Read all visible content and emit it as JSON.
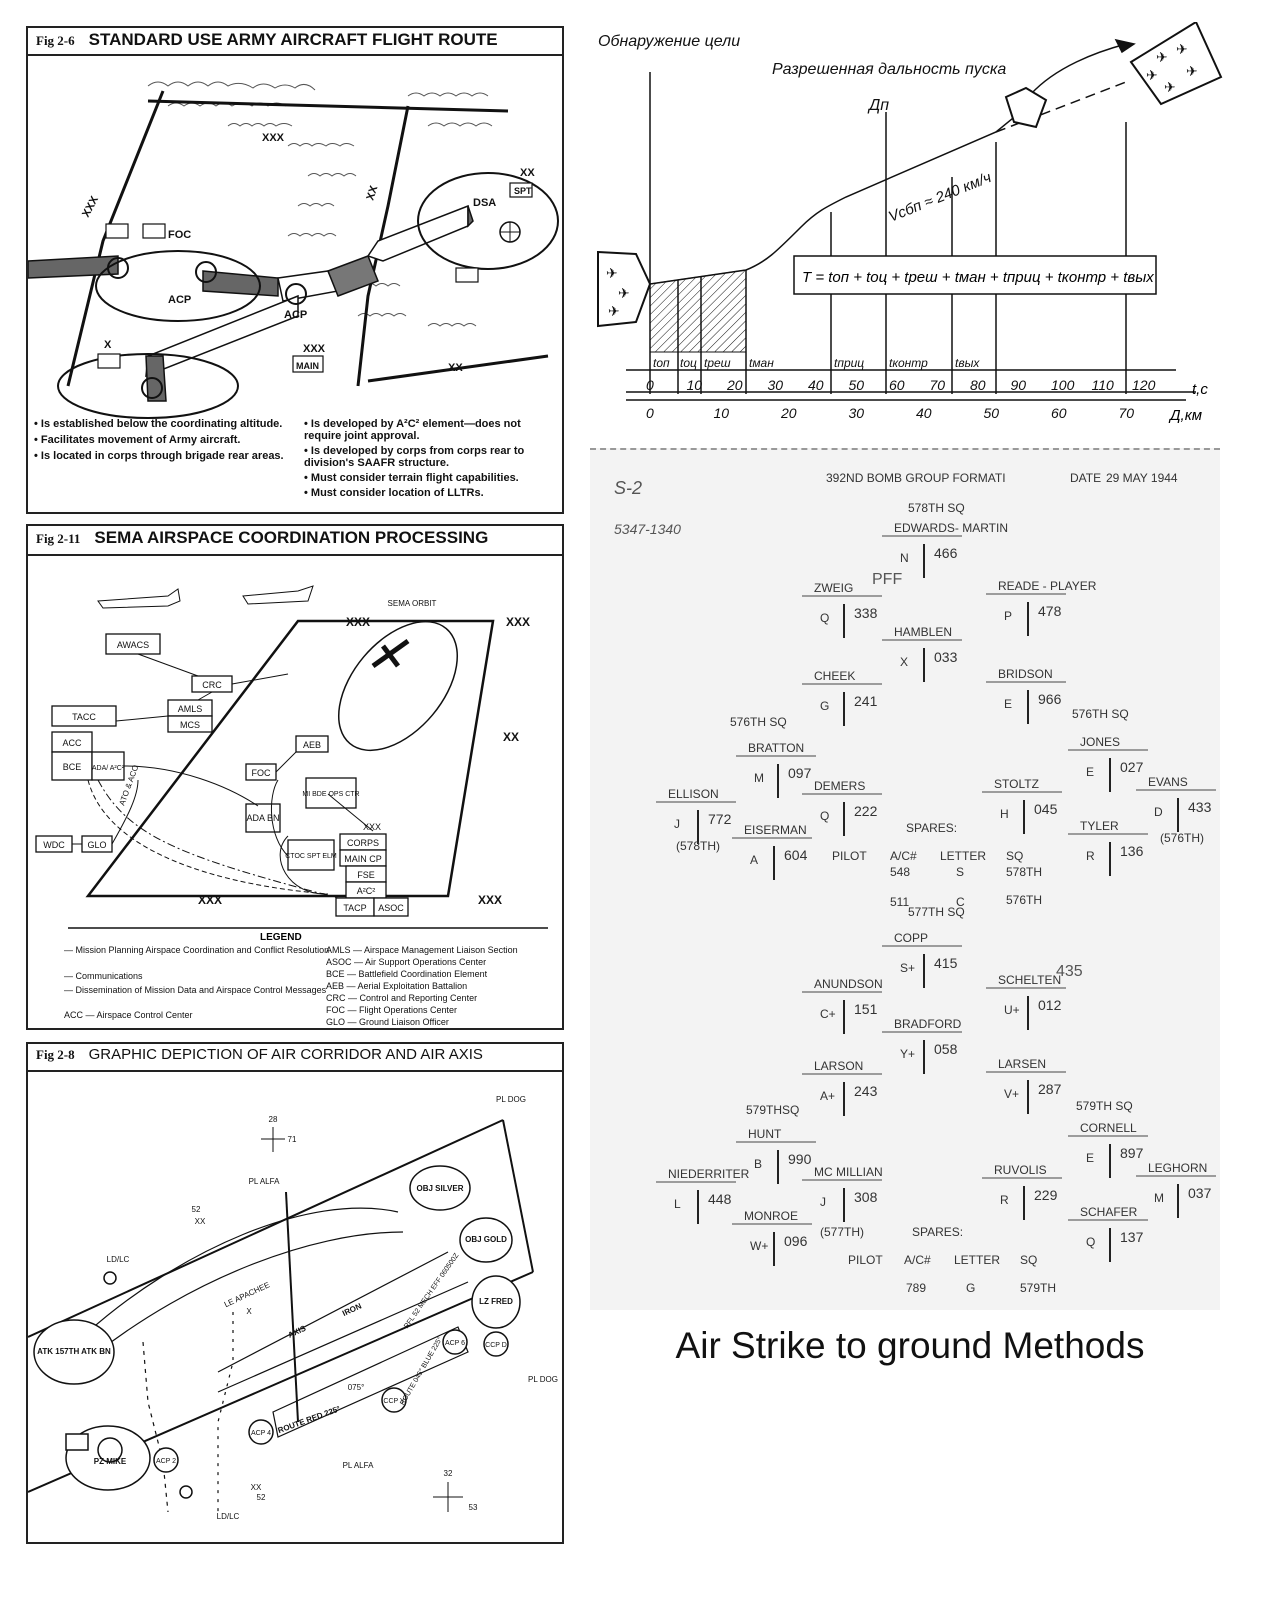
{
  "caption": "Air Strike to ground Methods",
  "fig26": {
    "fig_no": "Fig 2-6",
    "title": "STANDARD USE ARMY AIRCRAFT FLIGHT ROUTE",
    "labels": {
      "xxx_top": "XXX",
      "xxx_left": "XXX",
      "xx_mid": "XX",
      "xx_right": "XX",
      "spt": "SPT",
      "dsa": "DSA",
      "foc": "FOC",
      "acp1": "ACP",
      "acp2": "ACP",
      "xxx_main": "XXX",
      "main": "MAIN",
      "x": "X",
      "xx_low": "XX"
    },
    "bullets_left": [
      "Is established below the coordinating altitude.",
      "Facilitates movement of Army aircraft.",
      "Is located in corps through brigade rear areas."
    ],
    "bullets_right": [
      "Is developed by A²C² element—does not require joint approval.",
      "Is developed by corps from corps rear to division's SAAFR structure.",
      "Must consider terrain flight capabilities.",
      "Must consider location of LLTRs."
    ]
  },
  "fig211": {
    "fig_no": "Fig 2-11",
    "title": "SEMA AIRSPACE COORDINATION PROCESSING",
    "labels": {
      "awacs": "AWACS",
      "crc": "CRC",
      "amls": "AMLS",
      "mcs": "MCS",
      "tacc": "TACC",
      "acc": "ACC",
      "bce": "BCE",
      "ada": "ADA/ A²C²",
      "wdc": "WDC",
      "glo": "GLO",
      "foc": "FOC",
      "aeb": "AEB",
      "mi_bde": "MI BDE OPS CTR",
      "ada_bn": "ADA BN",
      "ctoc": "CTOC SPT ELM",
      "corps": "CORPS",
      "main_cp": "MAIN CP",
      "fse": "FSE",
      "a2c2": "A²C²",
      "tacp": "TACP",
      "asoc": "ASOC",
      "xxx_c": "XXX",
      "sema_orbit": "SEMA ORBIT",
      "xxx1": "XXX",
      "xxx2": "XXX",
      "xx": "XX",
      "xxx3": "XXX",
      "xxx4": "XXX",
      "ato": "ATO & ACO"
    },
    "legend_title": "LEGEND",
    "legend_left": [
      "— Mission Planning Airspace Coordination and Conflict Resolution",
      "— Communications",
      "— Dissemination of Mission Data and Airspace Control Messages",
      "ACC — Airspace Control Center"
    ],
    "legend_right": [
      "AMLS — Airspace Management Liaison Section",
      "ASOC — Air Support Operations Center",
      "BCE — Battlefield Coordination Element",
      "AEB — Aerial Exploitation Battalion",
      "CRC — Control and Reporting Center",
      "FOC — Flight Operations Center",
      "GLO — Ground Liaison Officer"
    ]
  },
  "fig28": {
    "fig_no": "Fig 2-8",
    "title": "GRAPHIC DEPICTION OF AIR CORRIDOR AND AIR AXIS",
    "labels": {
      "g28": "28",
      "g71": "71",
      "pl_dog1": "PL DOG",
      "pl_alfa1": "PL ALFA",
      "obj_silver": "OBJ SILVER",
      "obj_gold": "OBJ GOLD",
      "n52": "52",
      "xx1": "XX",
      "ldlc1": "LD/LC",
      "atk": "ATK 157TH ATK BN",
      "apachee": "LE APACHEE",
      "x": "X",
      "axis": "AXIS",
      "iron": "IRON",
      "rfl": "RFL 52 MECH EFF 060500Z",
      "lz": "LZ FRED",
      "acp6": "ACP 6",
      "ccpd": "CCP D",
      "pl_dog2": "PL DOG",
      "route_bg": "ROUTE 045° BLUE 225°",
      "ccpy": "CCP Y",
      "d075": "075°",
      "route_red": "ROUTE RED 225°",
      "acp4": "ACP 4",
      "pl_alfa2": "PL ALFA",
      "pz": "PZ MIKE",
      "acp2": "ACP 2",
      "xx2": "XX",
      "n52b": "52",
      "ldlc2": "LD/LC",
      "g32": "32",
      "g53": "53"
    }
  },
  "ru_chart": {
    "top_left": "Обнаружение цели",
    "title": "Разрешенная дальность пуска",
    "dp": "Дп",
    "speed": "Vсбп ≈ 240 км/ч",
    "formula": "T = tоп + tоц + tреш + tман + tприц + tконтр + tвых",
    "segments": [
      "tоп",
      "tоц",
      "tреш",
      "tман",
      "tприц",
      "tконтр",
      "tвых"
    ],
    "t_unit": "t,c",
    "d_unit": "Д,км",
    "t_ticks": [
      "0",
      "10",
      "20",
      "30",
      "40",
      "50",
      "60",
      "70",
      "80",
      "90",
      "100",
      "110",
      "120"
    ],
    "d_ticks": [
      "0",
      "10",
      "20",
      "30",
      "40",
      "50",
      "60",
      "70"
    ]
  },
  "formation": {
    "header": "392ND BOMB GROUP FORMATI",
    "date_label": "DATE",
    "date": "29 MAY 1944",
    "hand1": "S-2",
    "hand2": "5347-1340",
    "sq578": "578TH SQ",
    "lead": {
      "name": "EDWARDS- MARTIN",
      "letter": "N",
      "num": "466"
    },
    "zweig": {
      "name": "ZWEIG",
      "letter": "Q",
      "num": "338",
      "note": "PFF"
    },
    "reade": {
      "name": "READE - PLAYER",
      "letter": "P",
      "num": "478"
    },
    "hamblen": {
      "name": "HAMBLEN",
      "letter": "X",
      "num": "033"
    },
    "cheek": {
      "name": "CHEEK",
      "letter": "G",
      "num": "241"
    },
    "bridson": {
      "name": "BRIDSON",
      "letter": "E",
      "num": "966"
    },
    "sq576a": "576TH SQ",
    "sq576b": "576TH SQ",
    "bratton": {
      "name": "BRATTON",
      "letter": "M",
      "num": "097"
    },
    "jones": {
      "name": "JONES",
      "letter": "E",
      "num": "027"
    },
    "ellison": {
      "name": "ELLISON",
      "letter": "J",
      "num": "772"
    },
    "demers": {
      "name": "DEMERS",
      "letter": "Q",
      "num": "222"
    },
    "stoltz": {
      "name": "STOLTZ",
      "letter": "H",
      "num": "045"
    },
    "evans": {
      "name": "EVANS",
      "letter": "D",
      "num": "433"
    },
    "n578": "(578TH)",
    "n576": "(576TH)",
    "eiserman": {
      "name": "EISERMAN",
      "letter": "A",
      "num": "604"
    },
    "tyler": {
      "name": "TYLER",
      "letter": "R",
      "num": "136"
    },
    "spares1": "SPARES:",
    "sp_head": [
      "PILOT",
      "A/C#",
      "LETTER",
      "SQ"
    ],
    "sp_row1": [
      "548",
      "S",
      "578TH"
    ],
    "sp_row2": [
      "511",
      "C",
      "576TH"
    ],
    "sq577": "577TH SQ",
    "copp": {
      "name": "COPP",
      "letter": "S+",
      "num": "415"
    },
    "anundson": {
      "name": "ANUNDSON",
      "letter": "C+",
      "num": "151"
    },
    "schelten": {
      "name": "SCHELTEN",
      "letter": "U+",
      "num": "012",
      "note": "435"
    },
    "bradford": {
      "name": "BRADFORD",
      "letter": "Y+",
      "num": "058"
    },
    "larson": {
      "name": "LARSON",
      "letter": "A+",
      "num": "243"
    },
    "larsen": {
      "name": "LARSEN",
      "letter": "V+",
      "num": "287"
    },
    "sq579a": "579THSQ",
    "sq579b": "579TH SQ",
    "hunt": {
      "name": "HUNT",
      "letter": "B",
      "num": "990"
    },
    "cornell": {
      "name": "CORNELL",
      "letter": "E",
      "num": "897"
    },
    "niederriter": {
      "name": "NIEDERRITER",
      "letter": "L",
      "num": "448"
    },
    "mcmillian": {
      "name": "MC MILLIAN",
      "letter": "J",
      "num": "308"
    },
    "ruvolis": {
      "name": "RUVOLIS",
      "letter": "R",
      "num": "229"
    },
    "leghorn": {
      "name": "LEGHORN",
      "letter": "M",
      "num": "037"
    },
    "monroe": {
      "name": "MONROE",
      "letter": "W+",
      "num": "096"
    },
    "n577": "(577TH)",
    "schafer": {
      "name": "SCHAFER",
      "letter": "Q",
      "num": "137"
    },
    "spares2": "SPARES:",
    "sp2_head": [
      "PILOT",
      "A/C#",
      "LETTER",
      "SQ"
    ],
    "sp2_row": [
      "789",
      "G",
      "579TH"
    ]
  }
}
